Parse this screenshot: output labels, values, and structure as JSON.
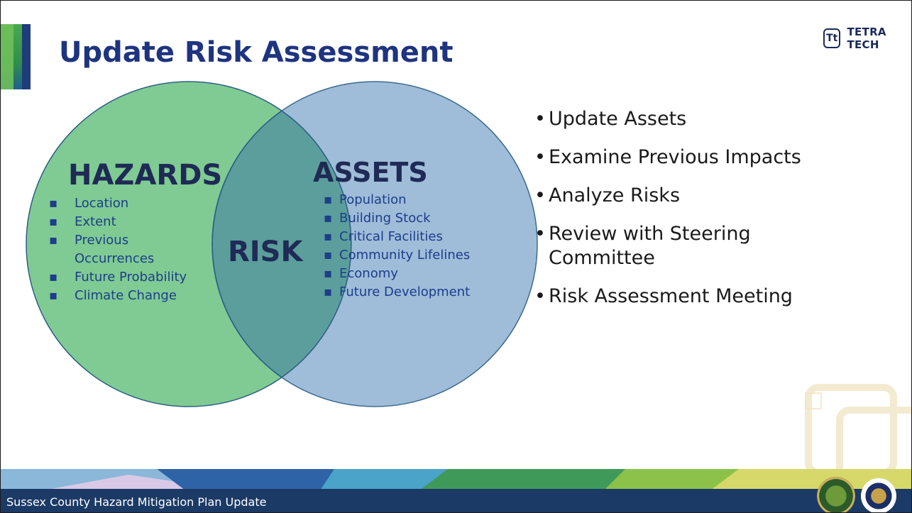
{
  "slide": {
    "title": "Update Risk Assessment",
    "logo": {
      "mark": "Tt",
      "name": "TETRA TECH",
      "icon": "tetra-tech-logo"
    },
    "footer": "Sussex County Hazard Mitigation Plan Update"
  },
  "venn": {
    "left": {
      "title": "HAZARDS",
      "color": "#7fcb93",
      "items": [
        "Location",
        "Extent",
        "Previous",
        "Occurrences",
        "Future Probability",
        "Climate Change"
      ]
    },
    "right": {
      "title": "ASSETS",
      "color": "#97b7d6",
      "items": [
        "Population",
        "Building Stock",
        "Critical Facilities",
        "Community Lifelines",
        "Economy",
        "Future Development"
      ]
    },
    "center": {
      "title": "RISK",
      "color": "#5b9e9b"
    }
  },
  "bullets": [
    "Update Assets",
    "Examine Previous Impacts",
    "Analyze Risks",
    "Review with Steering Committee",
    "Risk Assessment Meeting"
  ],
  "colors": {
    "title": "#1e3480",
    "footer_bar": "#1c3a66"
  }
}
